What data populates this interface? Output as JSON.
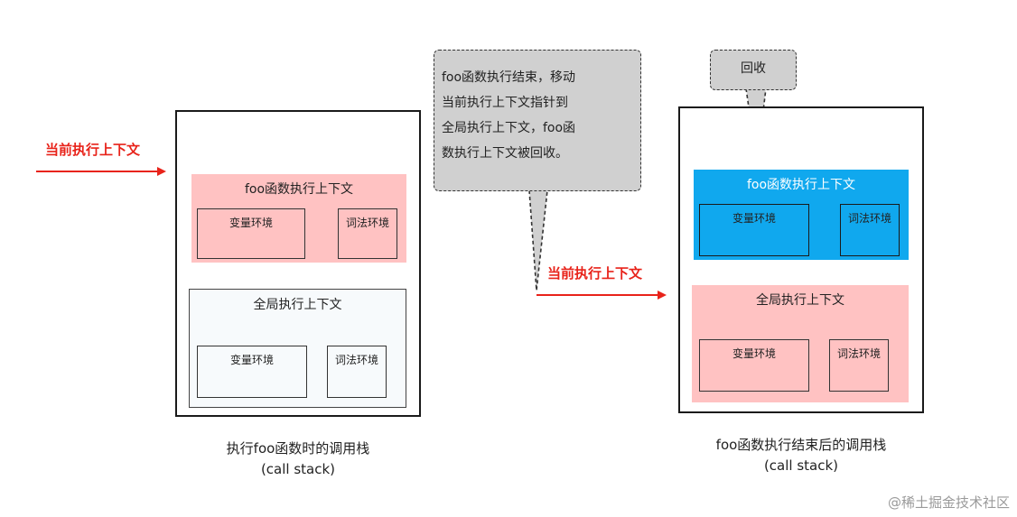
{
  "left_diagram": {
    "arrow_label": "当前执行上下文",
    "foo_context": {
      "title": "foo函数执行上下文",
      "variable_env": "变量环境",
      "lexical_env": "词法环境"
    },
    "global_context": {
      "title": "全局执行上下文",
      "variable_env": "变量环境",
      "lexical_env": "词法环境"
    },
    "caption_line1": "执行foo函数时的调用栈",
    "caption_line2": "(call stack)"
  },
  "callout": {
    "lines": [
      "foo函数执行结束，移动",
      "当前执行上下文指针到",
      "全局执行上下文，foo函",
      "数执行上下文被回收。"
    ]
  },
  "right_diagram": {
    "arrow_label": "当前执行上下文",
    "recycle_label": "回收",
    "foo_context": {
      "title": "foo函数执行上下文",
      "variable_env": "变量环境",
      "lexical_env": "词法环境"
    },
    "global_context": {
      "title": "全局执行上下文",
      "variable_env": "变量环境",
      "lexical_env": "词法环境"
    },
    "caption_line1": "foo函数执行结束后的调用栈",
    "caption_line2": "(call stack)"
  },
  "watermark": "@稀土掘金技术社区",
  "colors": {
    "arrow_red": "#e8231a",
    "context_pink": "#ffc2c2",
    "context_blue": "#10a8ee",
    "callout_gray": "#d0d0d0"
  }
}
